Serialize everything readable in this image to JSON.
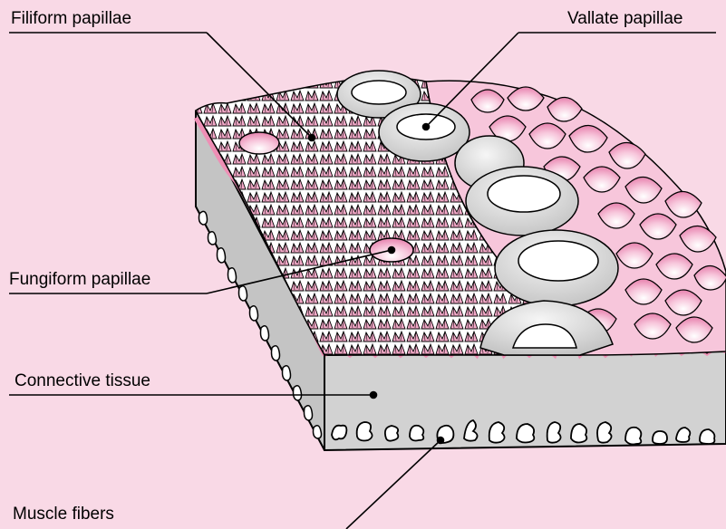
{
  "labels": {
    "filiform": "Filiform papillae",
    "vallate": "Vallate papillae",
    "fungiform": "Fungiform papillae",
    "connective": "Connective tissue",
    "muscle": "Muscle fibers"
  },
  "colors": {
    "background": "#f9d9e6",
    "tissue_gray": "#d2d2d2",
    "papilla_pink": "#f3a9c8",
    "line": "#000000"
  }
}
